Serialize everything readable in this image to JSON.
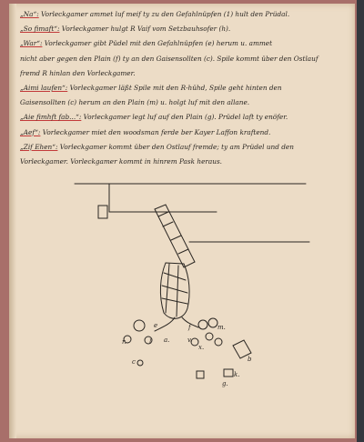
{
  "lines": [
    {
      "cue": "„Na“:",
      "text": " Vorleckgamer ammet luf meif ty zu den Gefahlnüpfen (1) hult den Prüdal."
    },
    {
      "cue": "„So fimaft“:",
      "text": " Vorleckgamer hulgt R Vaif vom Setzbauhsofer (h)."
    },
    {
      "cue": "„War“:",
      "text": " Vorleckgamer gibt Püdel mit den Gefahlnüpfen (e) herum u. ammet"
    },
    {
      "cue": "",
      "text": "nicht aber gegen den Plain (f) ty an den Gaisensollten (c). Spile kommt über den Ostlauf"
    },
    {
      "cue": "",
      "text": "fremd R hinlan den Vorleckgamer."
    },
    {
      "cue": "„Aimi laufen“:",
      "text": " Vorleckgamer läßt Spile mit den R-hühd, Spile geht hinten den"
    },
    {
      "cue": "",
      "text": "Gaisensollten (c) herum an den Plain (m) u. holgt luf mit den allane."
    },
    {
      "cue": "„Aie fimhft fab...“:",
      "text": " Vorleckgamer legt luf auf den Plain (g). Prüdel laft ty enöfer."
    },
    {
      "cue": "„Aef“:",
      "text": " Vorleckgamer miet den woodsman ferde ber Kayer Laffon kraftend."
    },
    {
      "cue": "„Zif Ehen“:",
      "text": " Vorleckgamer kommt über den Ostlauf fremde; ty am Prüdel und den"
    },
    {
      "cue": "",
      "text": "Vorleckgamer. Vorleckgamer kommt in hinrem Pask heraus."
    }
  ],
  "sketch_labels": {
    "m": "m.",
    "f": "f",
    "e": "e",
    "l": "l",
    "v": "v.",
    "a": "a.",
    "r": "r.",
    "x": "x.",
    "c": "c",
    "b": "b",
    "k": "k.",
    "g": "g."
  }
}
